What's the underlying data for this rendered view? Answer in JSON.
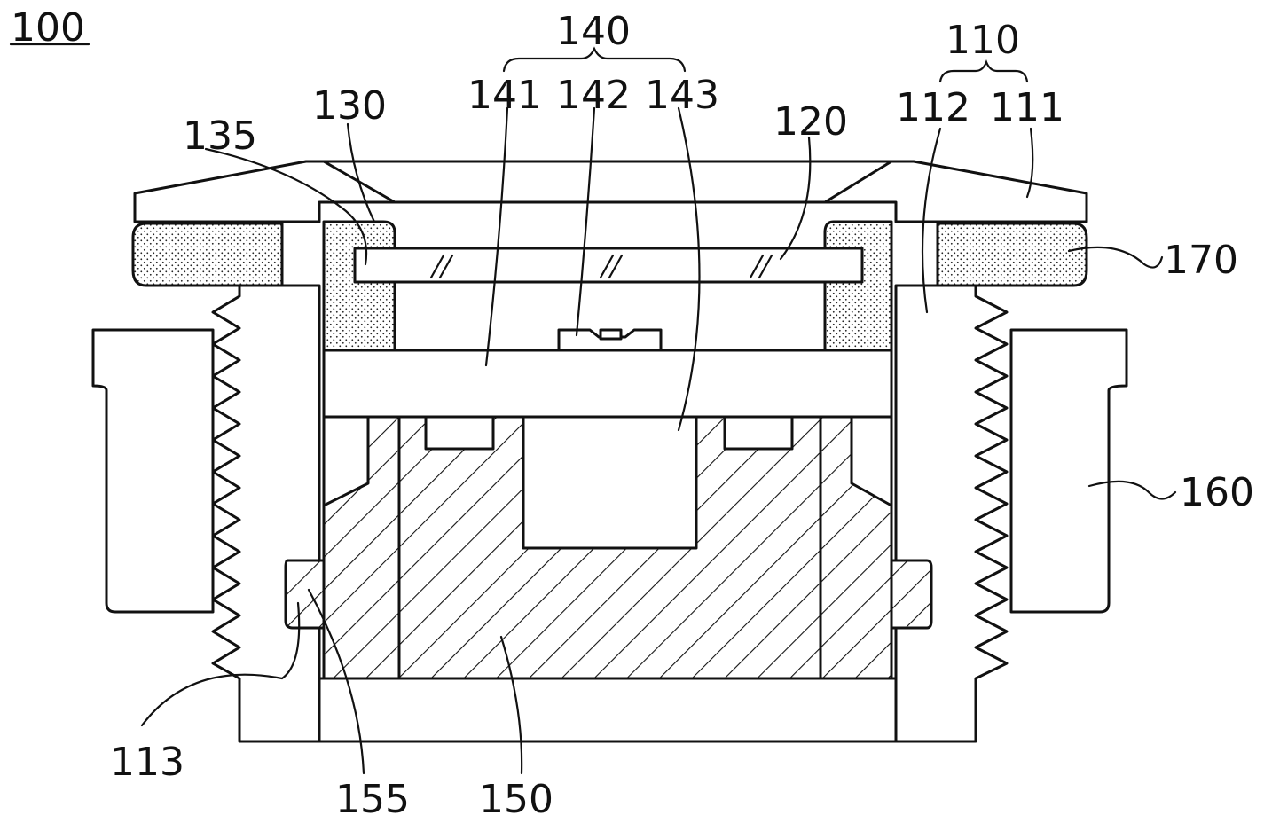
{
  "figure_label": "100",
  "reference_numerals": {
    "r110": "110",
    "r111": "111",
    "r112": "112",
    "r113": "113",
    "r120": "120",
    "r130": "130",
    "r135": "135",
    "r140": "140",
    "r141": "141",
    "r142": "142",
    "r143": "143",
    "r150": "150",
    "r155": "155",
    "r160": "160",
    "r170": "170"
  },
  "colors": {
    "ink": "#111111",
    "paper": "#ffffff"
  }
}
